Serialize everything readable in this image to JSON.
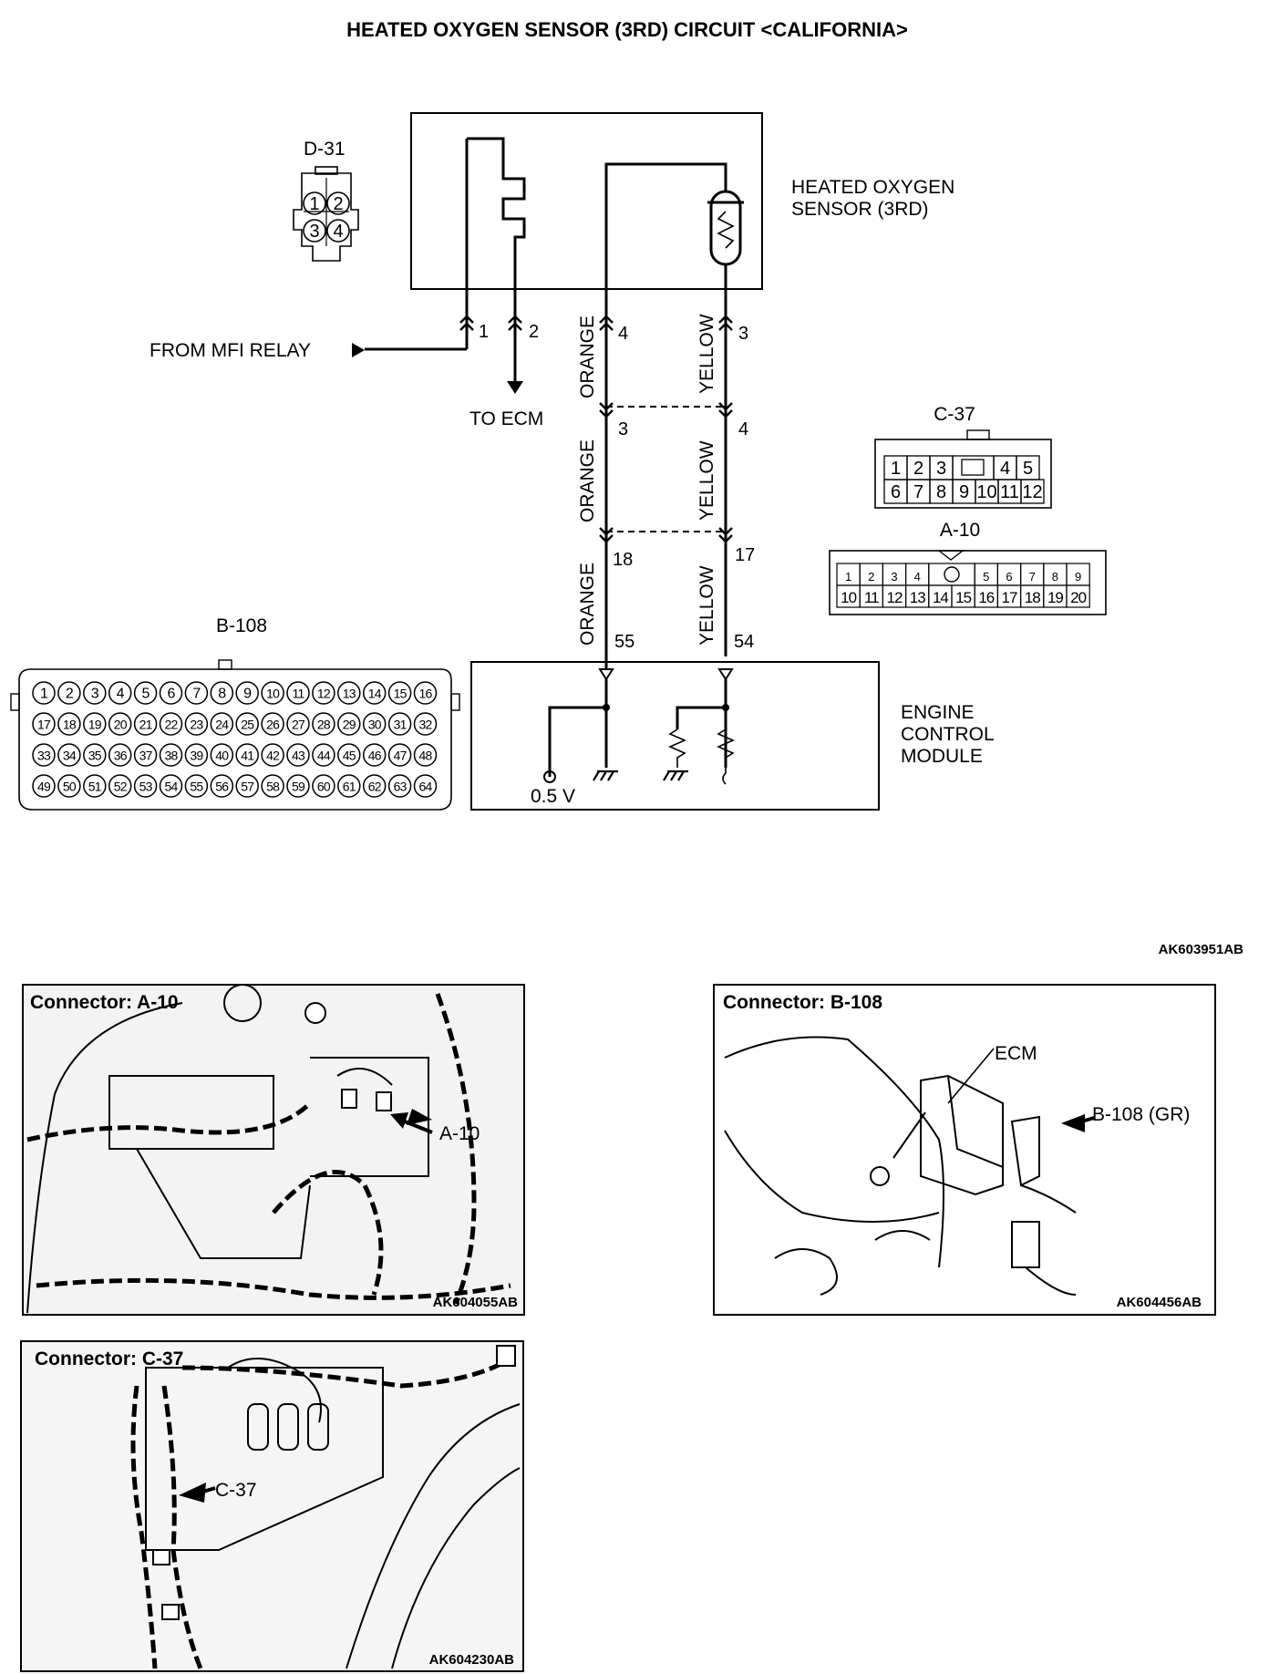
{
  "title": "HEATED OXYGEN SENSOR (3RD) CIRCUIT <CALIFORNIA>",
  "sensor": {
    "name_line1": "HEATED OXYGEN",
    "name_line2": "SENSOR (3RD)"
  },
  "ecm": {
    "line1": "ENGINE",
    "line2": "CONTROL",
    "line3": "MODULE",
    "voltage": "0.5 V"
  },
  "labels": {
    "from_mfi_relay": "FROM MFI RELAY",
    "to_ecm": "TO ECM"
  },
  "wires": {
    "orange": "ORANGE",
    "yellow": "YELLOW",
    "pins": {
      "p1": "1",
      "p2": "2",
      "or_sensor": "4",
      "ye_sensor": "3",
      "or_c37": "3",
      "ye_c37": "4",
      "or_a10": "18",
      "ye_a10": "17",
      "or_ecm": "55",
      "ye_ecm": "54"
    }
  },
  "connectors": {
    "d31": {
      "name": "D-31",
      "pins": [
        "1",
        "2",
        "3",
        "4"
      ]
    },
    "c37": {
      "name": "C-37",
      "row1": [
        "1",
        "2",
        "3",
        "",
        "4",
        "5"
      ],
      "row2": [
        "6",
        "7",
        "8",
        "9",
        "10",
        "11",
        "12"
      ]
    },
    "a10": {
      "name": "A-10",
      "row1": [
        "1",
        "2",
        "3",
        "4",
        "",
        "5",
        "6",
        "7",
        "8",
        "9"
      ],
      "row2": [
        "10",
        "11",
        "12",
        "13",
        "14",
        "15",
        "16",
        "17",
        "18",
        "19",
        "20"
      ]
    },
    "b108": {
      "name": "B-108",
      "rows": [
        [
          "1",
          "2",
          "3",
          "4",
          "5",
          "6",
          "7",
          "8",
          "9",
          "10",
          "11",
          "12",
          "13",
          "14",
          "15",
          "16"
        ],
        [
          "17",
          "18",
          "19",
          "20",
          "21",
          "22",
          "23",
          "24",
          "25",
          "26",
          "27",
          "28",
          "29",
          "30",
          "31",
          "32"
        ],
        [
          "33",
          "34",
          "35",
          "36",
          "37",
          "38",
          "39",
          "40",
          "41",
          "42",
          "43",
          "44",
          "45",
          "46",
          "47",
          "48"
        ],
        [
          "49",
          "50",
          "51",
          "52",
          "53",
          "54",
          "55",
          "56",
          "57",
          "58",
          "59",
          "60",
          "61",
          "62",
          "63",
          "64"
        ]
      ]
    }
  },
  "figure_code": "AK603951AB",
  "photos": {
    "a10": {
      "caption": "Connector: A-10",
      "callout": "A-10",
      "code": "AK604055AB"
    },
    "b108": {
      "caption": "Connector: B-108",
      "ecm_label": "ECM",
      "callout": "B-108 (GR)",
      "code": "AK604456AB"
    },
    "c37": {
      "caption": "Connector: C-37",
      "callout": "C-37",
      "code": "AK604230AB"
    }
  }
}
